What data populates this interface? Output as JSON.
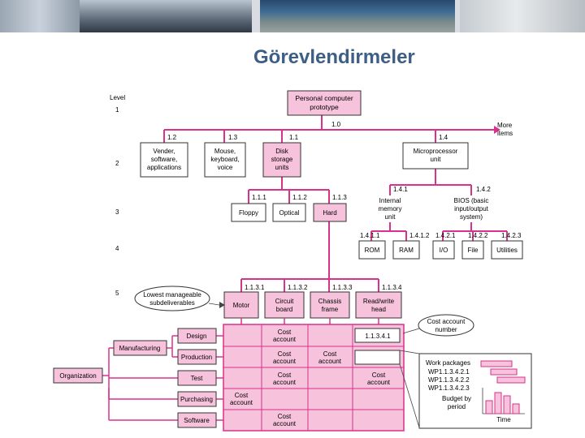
{
  "header": {
    "title": "Görevlendirmeler"
  },
  "levels": {
    "heading": "Level",
    "l1": "1",
    "l2": "2",
    "l3": "3",
    "l4": "4",
    "l5": "5"
  },
  "wbs": {
    "root": {
      "line1": "Personal computer",
      "line2": "prototype"
    },
    "root_code": "1.0",
    "more": {
      "line1": "More",
      "line2": "items"
    },
    "l2": [
      {
        "code": "1.2",
        "line1": "Vender,",
        "line2": "software,",
        "line3": "applications"
      },
      {
        "code": "1.3",
        "line1": "Mouse,",
        "line2": "keyboard,",
        "line3": "voice"
      },
      {
        "code": "1.1",
        "line1": "Disk",
        "line2": "storage",
        "line3": "units"
      },
      {
        "code": "1.4",
        "line1": "Microprocessor",
        "line2": "unit"
      }
    ],
    "l3_disk": [
      {
        "code": "1.1.1",
        "label": "Floppy"
      },
      {
        "code": "1.1.2",
        "label": "Optical"
      },
      {
        "code": "1.1.3",
        "label": "Hard"
      }
    ],
    "l3_micro": [
      {
        "code": "1.4.1",
        "line1": "Internal",
        "line2": "memory",
        "line3": "unit"
      },
      {
        "code": "1.4.2",
        "line1": "BIOS (basic",
        "line2": "input/output",
        "line3": "system)"
      }
    ],
    "l4": [
      {
        "code": "1.4.1.1",
        "label": "ROM"
      },
      {
        "code": "1.4.1.2",
        "label": "RAM"
      },
      {
        "code": "1.4.2.1",
        "label": "I/O"
      },
      {
        "code": "1.4.2.2",
        "label": "File"
      },
      {
        "code": "1.4.2.3",
        "label": "Utilities"
      }
    ],
    "l5_note": {
      "line1": "Lowest manageable",
      "line2": "subdeliverables"
    },
    "l5": [
      {
        "code": "1.1.3.1",
        "line1": "Motor"
      },
      {
        "code": "1.1.3.2",
        "line1": "Circuit",
        "line2": "board"
      },
      {
        "code": "1.1.3.3",
        "line1": "Chassis",
        "line2": "frame"
      },
      {
        "code": "1.1.3.4",
        "line1": "Read/write",
        "line2": "head"
      }
    ]
  },
  "org": {
    "root": "Organization",
    "manufacturing": "Manufacturing",
    "units": [
      "Design",
      "Production",
      "Test",
      "Purchasing",
      "Software"
    ]
  },
  "matrix": {
    "cost_line1": "Cost",
    "cost_line2": "account",
    "account_number": "1.1.3.4.1",
    "callout": {
      "line1": "Cost account",
      "line2": "number"
    }
  },
  "work_packages": {
    "title": "Work packages",
    "items": [
      "WP1.1.3.4.2.1",
      "WP1.1.3.4.2.2",
      "WP1.1.3.4.2.3"
    ],
    "budget": {
      "line1": "Budget by",
      "line2": "period"
    },
    "time_label": "Time"
  }
}
